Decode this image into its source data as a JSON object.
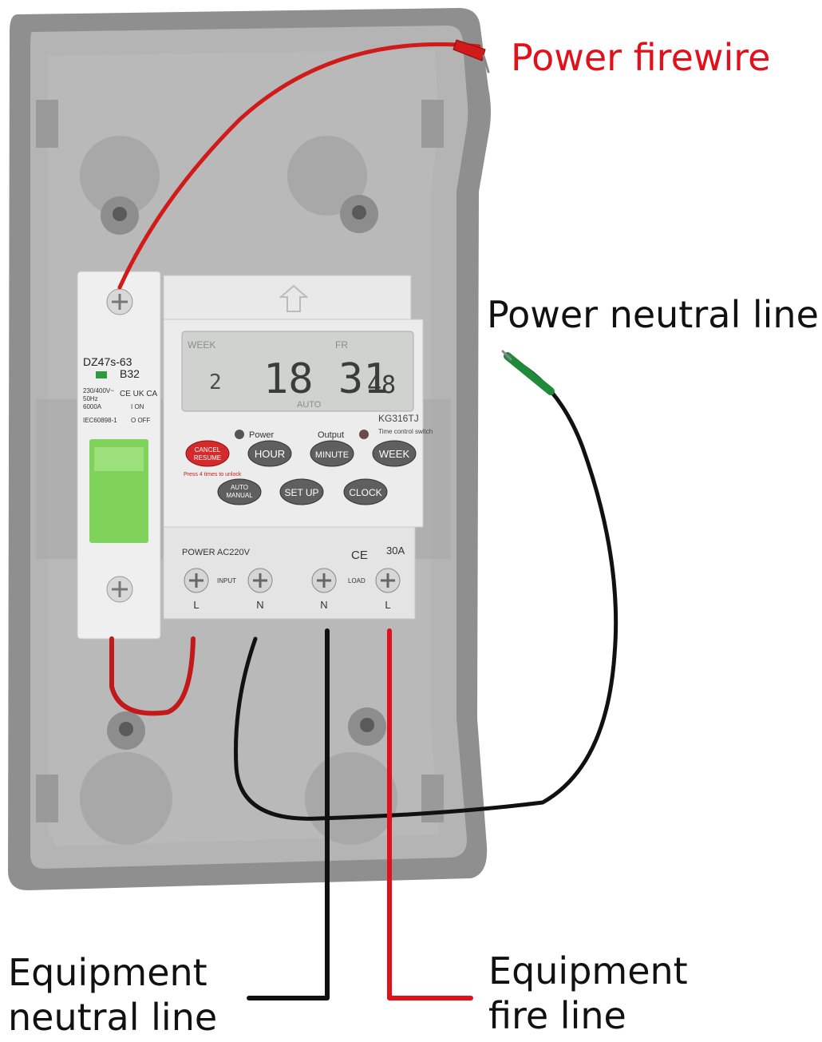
{
  "labels": {
    "power_firewire": "Power firewire",
    "power_neutral_line": "Power neutral line",
    "equipment_neutral_line": [
      "Equipment",
      "neutral line"
    ],
    "equipment_fire_line": [
      "Equipment",
      "fire line"
    ]
  },
  "breaker": {
    "model": "DZ47s-63",
    "rating": "B32",
    "voltage": "230/400V~",
    "frequency": "50Hz",
    "capacity": "6000A",
    "standard": "IEC60898-1",
    "on_label": "I ON",
    "off_label": "O OFF",
    "marks": "CE UK CA"
  },
  "timer": {
    "lcd": {
      "week_label": "WEEK",
      "day_label": "FR",
      "day_number": "2",
      "time": "18 31",
      "seconds": "48",
      "mode": "AUTO"
    },
    "model": "KG316TJ",
    "subtitle": "Time control switch",
    "power_led_label": "Power",
    "output_led_label": "Output",
    "buttons": {
      "cancel": [
        "CANCEL",
        "RESUME"
      ],
      "hour": "HOUR",
      "minute": "MINUTE",
      "week": "WEEK",
      "auto": [
        "AUTO",
        "MANUAL"
      ],
      "setup": "SET UP",
      "clock": "CLOCK"
    },
    "unlock_hint": "Press 4 times to unlock",
    "power_spec": "POWER AC220V",
    "ce_mark": "CE",
    "current": "30A",
    "input_label": "INPUT",
    "load_label": "LOAD",
    "terminals": [
      "L",
      "N",
      "N",
      "L"
    ]
  },
  "colors": {
    "enclosure": "#9c9c9c",
    "enclosure_inner": "#b4b4b4",
    "fire_wire": "#d11a1a",
    "neutral_wire": "#111111",
    "breaker_handle": "#7fd35a",
    "lcd": "#cfd2cf"
  }
}
